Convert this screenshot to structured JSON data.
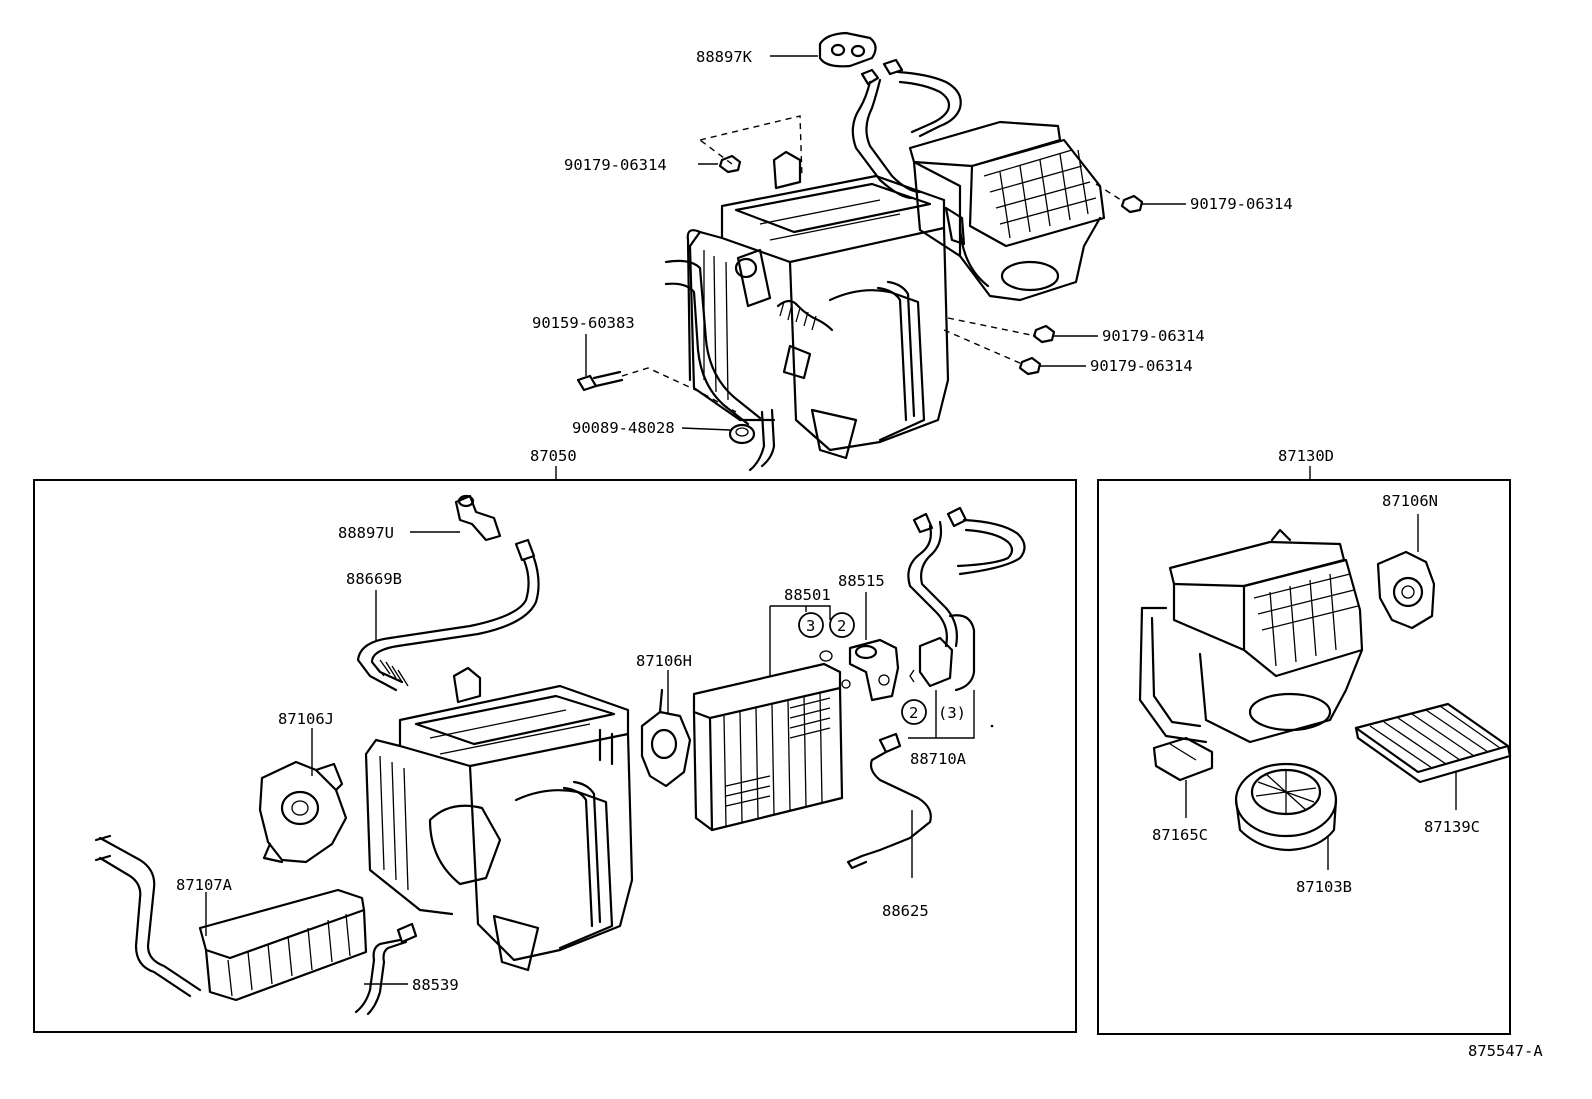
{
  "diagram": {
    "drawing_number": "875547-A",
    "groups": [
      {
        "id": "87050",
        "label": "87050"
      },
      {
        "id": "87130D",
        "label": "87130D"
      }
    ],
    "labels": {
      "p88897K": "88897K",
      "p90179_a": "90179-06314",
      "p90179_b": "90179-06314",
      "p90179_c": "90179-06314",
      "p90179_d": "90179-06314",
      "p90159": "90159-60383",
      "p90089": "90089-48028",
      "p88897U": "88897U",
      "p88669B": "88669B",
      "p87106J": "87106J",
      "p87107A": "87107A",
      "p88539": "88539",
      "p87106H": "87106H",
      "p88501": "88501",
      "p88515": "88515",
      "p88710A": "88710A",
      "p88625": "88625",
      "p87106N": "87106N",
      "p87165C": "87165C",
      "p87103B": "87103B",
      "p87139C": "87139C"
    },
    "callouts": {
      "c3": "3",
      "c2a": "2",
      "c2b": "2",
      "c3paren": "(3)"
    },
    "icons": [
      "heater-unit-icon",
      "blower-unit-icon",
      "evaporator-icon",
      "heater-core-icon",
      "blower-motor-icon",
      "filter-icon",
      "servo-motor-icon",
      "pipe-icon",
      "grommet-icon",
      "nut-icon",
      "bolt-icon"
    ]
  }
}
